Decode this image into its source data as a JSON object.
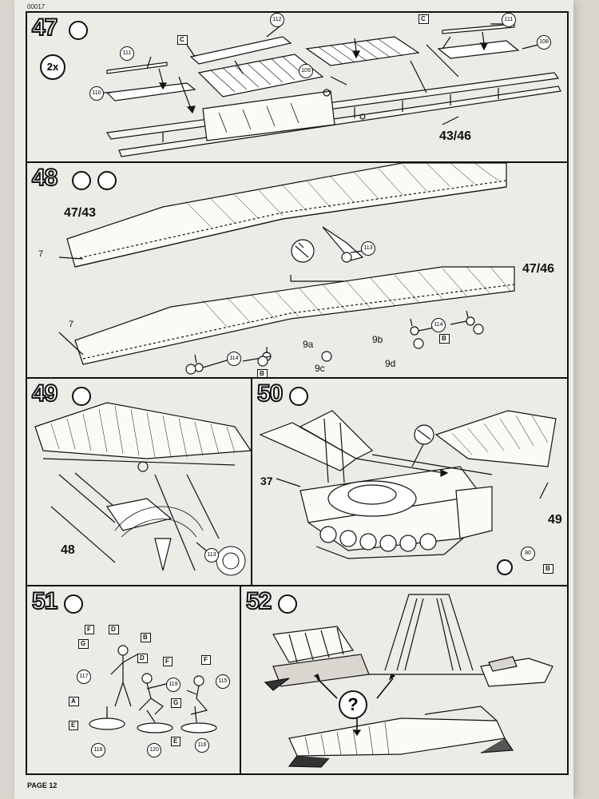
{
  "doc_code": "00017",
  "page_label": "PAGE 12",
  "step47": {
    "num": "47",
    "multiplier": "2x",
    "parts": [
      "112",
      "111",
      "111",
      "110",
      "109",
      "108"
    ],
    "flags": [
      "C",
      "C"
    ],
    "assembly": "43/46"
  },
  "step48": {
    "num": "48",
    "top_assembly": "47/43",
    "bottom_assembly": "47/46",
    "part7a": "7",
    "part7b": "7",
    "part113": "113",
    "part114a": "114",
    "part114b": "114",
    "flagB1": "B",
    "flagB2": "B",
    "sub": [
      "9a",
      "9b",
      "9c",
      "9d"
    ]
  },
  "step49": {
    "num": "49",
    "assembly": "48",
    "part113": "113"
  },
  "step50": {
    "num": "50",
    "part37": "37",
    "assembly49": "49",
    "part80": "80",
    "flagB": "B"
  },
  "step51": {
    "num": "51",
    "parts": [
      "117",
      "119",
      "115",
      "118",
      "120",
      "116"
    ],
    "flags": [
      "F",
      "D",
      "B",
      "G",
      "D",
      "F",
      "F",
      "G",
      "A",
      "E",
      "E"
    ]
  },
  "step52": {
    "num": "52",
    "question": "?"
  }
}
